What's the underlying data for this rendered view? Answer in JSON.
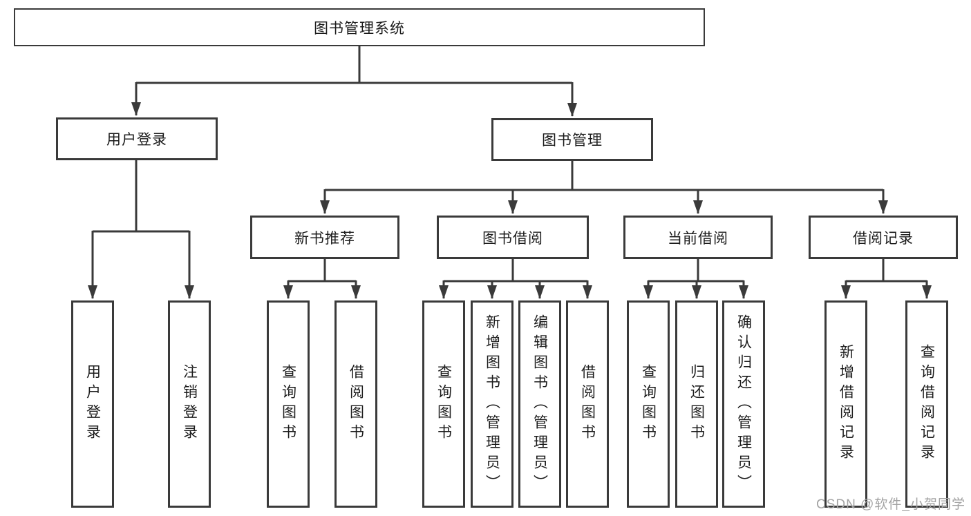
{
  "diagram": {
    "title": "图书管理系统",
    "level1": [
      "用户登录",
      "图书管理"
    ],
    "level2": [
      "新书推荐",
      "图书借阅",
      "当前借阅",
      "借阅记录"
    ],
    "leaves": {
      "user_login": [
        "用户登录",
        "注销登录"
      ],
      "new_book": [
        "查询图书",
        "借阅图书"
      ],
      "book_borrow": [
        "查询图书",
        "新增图书（管理员）",
        "编辑图书（管理员）",
        "借阅图书"
      ],
      "current_borrow": [
        "查询图书",
        "归还图书",
        "确认归还（管理员）"
      ],
      "borrow_records": [
        "新增借阅记录",
        "查询借阅记录"
      ]
    }
  },
  "watermark": "CSDN @软件_小贺同学",
  "colors": {
    "line": "#3a3a3a",
    "text": "#1c1c1c",
    "background": "#ffffff",
    "watermark": "#a3a3a3"
  }
}
